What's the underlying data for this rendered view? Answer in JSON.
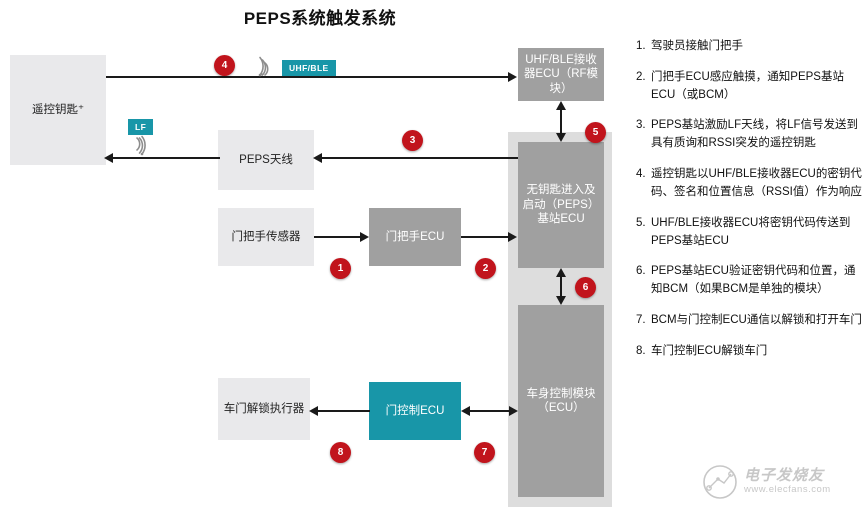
{
  "title": "PEPS系统触发系统",
  "colors": {
    "accent_red": "#c1141c",
    "accent_teal": "#1896a8",
    "node_gray": "#a0a0a0",
    "node_light": "#e9e9eb",
    "wrapper_gray": "#dddddd"
  },
  "nodes": {
    "remote_key": "遥控钥匙⁺",
    "peps_antenna": "PEPS天线",
    "door_handle_sensor": "门把手传感器",
    "door_handle_ecu": "门把手ECU",
    "door_unlock_actuator": "车门解锁执行器",
    "door_control_ecu": "门控制ECU",
    "uhf_ble_receiver_ecu": "UHF/BLE接收器ECU（RF模块）",
    "peps_base_station_ecu": "无钥匙进入及启动（PEPS）基站ECU",
    "body_control_module": "车身控制模块（ECU）"
  },
  "tags": {
    "uhf_ble": "UHF/BLE",
    "lf": "LF"
  },
  "step_badges": [
    "1",
    "2",
    "3",
    "4",
    "5",
    "6",
    "7",
    "8"
  ],
  "steps": [
    {
      "num": "1.",
      "text": "驾驶员接触门把手"
    },
    {
      "num": "2.",
      "text": "门把手ECU感应触摸，通知PEPS基站ECU（或BCM）"
    },
    {
      "num": "3.",
      "text": "PEPS基站激励LF天线，将LF信号发送到具有质询和RSSI突发的遥控钥匙"
    },
    {
      "num": "4.",
      "text": "遥控钥匙以UHF/BLE接收器ECU的密钥代码、签名和位置信息（RSSI值）作为响应"
    },
    {
      "num": "5.",
      "text": "UHF/BLE接收器ECU将密钥代码传送到PEPS基站ECU"
    },
    {
      "num": "6.",
      "text": "PEPS基站ECU验证密钥代码和位置，通知BCM（如果BCM是单独的模块）"
    },
    {
      "num": "7.",
      "text": "BCM与门控制ECU通信以解锁和打开车门"
    },
    {
      "num": "8.",
      "text": "车门控制ECU解锁车门"
    }
  ],
  "watermark": {
    "brand": "电子发烧友",
    "url": "www.elecfans.com"
  }
}
